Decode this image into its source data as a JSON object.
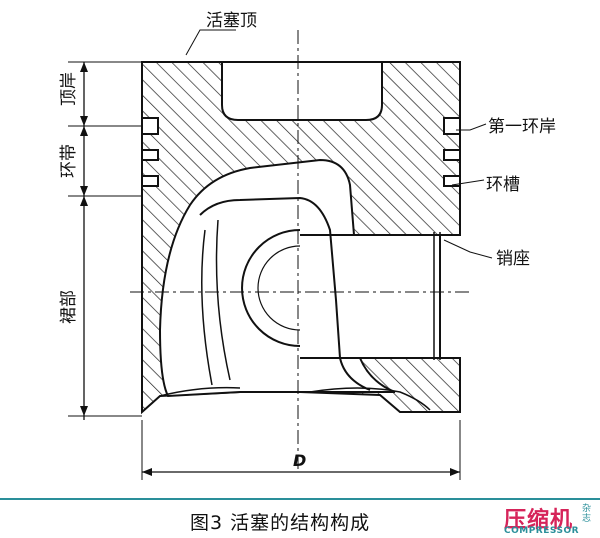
{
  "labels": {
    "piston_top": "活塞顶",
    "top_land": "顶岸",
    "ring_belt": "环带",
    "skirt": "裙部",
    "first_ring_land": "第一环岸",
    "ring_groove": "环槽",
    "pin_boss": "销座",
    "diameter": "D"
  },
  "caption": "图3 活塞的结构构成",
  "logo": {
    "main": "压缩机",
    "sub": "COMPRESSOR",
    "side": "杂志"
  },
  "colors": {
    "line": "#111111",
    "caption_rule": "#2a8f9a",
    "logo_red": "#d6245a",
    "logo_teal": "#2a8f9a"
  }
}
